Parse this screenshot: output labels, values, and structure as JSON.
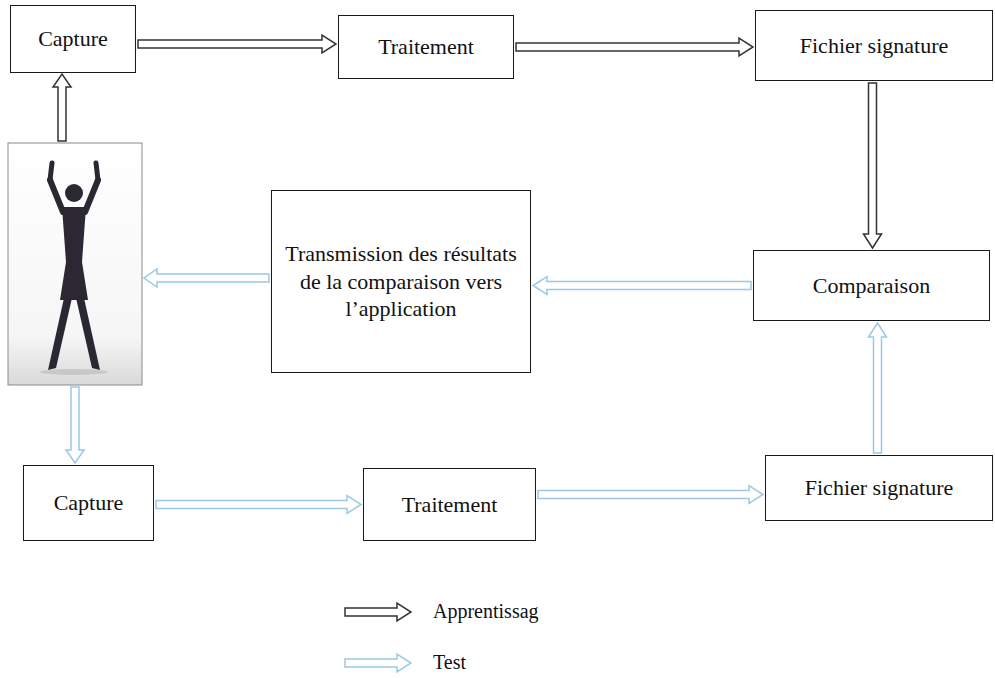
{
  "diagram": {
    "nodes": [
      {
        "text": [
          "Capture"
        ]
      },
      {
        "text": [
          "Traitement"
        ]
      },
      {
        "text": [
          "Fichier signature"
        ]
      },
      {
        "text": [
          "Transmission des résultats de la comparaison vers l’application"
        ]
      },
      {
        "text": [
          "Comparaison"
        ]
      },
      {
        "text": [
          "Capture"
        ]
      },
      {
        "text": [
          "Traitement"
        ]
      },
      {
        "text": [
          "Fichier signature"
        ]
      }
    ],
    "edges": [
      {
        "from": 0,
        "to": 1,
        "arrow": "to"
      },
      {
        "from": 1,
        "to": 2,
        "arrow": "to"
      },
      {
        "from": 2,
        "to": 4,
        "arrow": "to"
      },
      {
        "from": 5,
        "to": 6,
        "arrow": "to"
      },
      {
        "from": 6,
        "to": 7,
        "arrow": "to"
      },
      {
        "from": 7,
        "to": 4,
        "arrow": "to"
      },
      {
        "from": 4,
        "to": 3,
        "arrow": "to"
      }
    ],
    "legend": [
      {
        "text": "Apprentissag"
      },
      {
        "text": "Test"
      }
    ]
  }
}
